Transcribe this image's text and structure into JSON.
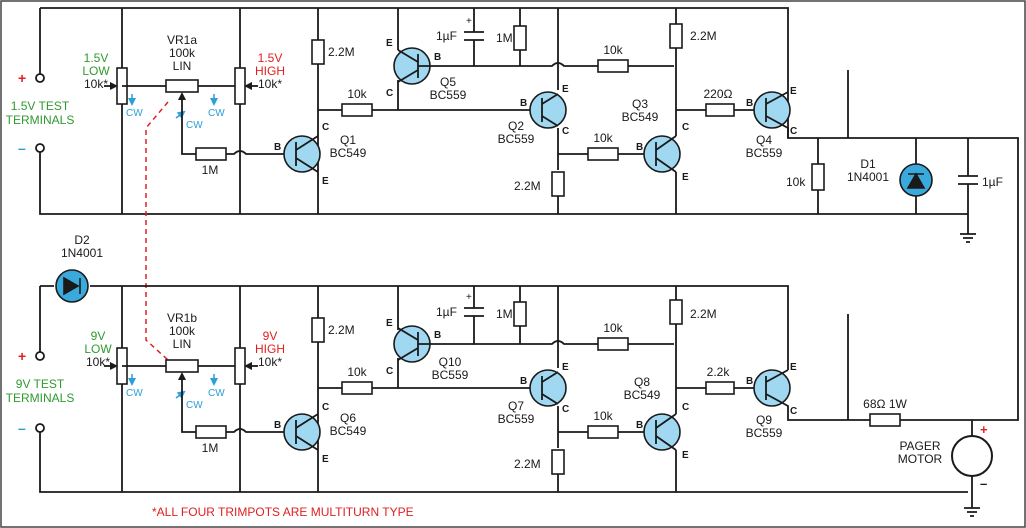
{
  "colors": {
    "wire": "#1a1a1a",
    "transistor_fill": "#9fd8f0",
    "diode_fill": "#3aa9dc",
    "low_label": "#2f9a2f",
    "high_label": "#e02020",
    "cw_marker": "#2a9fd8",
    "gang_link": "#e02020",
    "note": "#e02020",
    "frame": "#444444"
  },
  "top": {
    "test_terminals": "1.5V TEST\nTERMINALS",
    "low_pot": "1.5V\nLOW\n10k*",
    "high_pot": "1.5V\nHIGH\n10k*",
    "vr": "VR1a\n100k\nLIN",
    "r_feedback": "1M",
    "r_q1_coll": "2.2M",
    "r_q1_base": "10k",
    "q1": "Q1\nBC549",
    "q5": "Q5\nBC559",
    "c_top": "1µF",
    "r_1m": "1M",
    "q2": "Q2\nBC559",
    "r_q2_coll": "2.2M",
    "r_q3_base": "10k",
    "q3": "Q3\nBC549",
    "r_fb2": "10k",
    "r_2m2b": "2.2M",
    "r_q4_base": "220Ω",
    "q4": "Q4\nBC559",
    "r_out": "10k",
    "d1": "D1\n1N4001",
    "c_out": "1µF"
  },
  "bottom": {
    "d2": "D2\n1N4001",
    "test_terminals": "9V TEST\nTERMINALS",
    "low_pot": "9V\nLOW\n10k*",
    "high_pot": "9V\nHIGH\n10k*",
    "vr": "VR1b\n100k\nLIN",
    "r_feedback": "1M",
    "r_q6_coll": "2.2M",
    "r_q6_base": "10k",
    "q6": "Q6\nBC549",
    "q10": "Q10\nBC559",
    "c_top": "1µF",
    "r_1m": "1M",
    "q7": "Q7\nBC559",
    "r_q7_coll": "2.2M",
    "r_q8_base": "10k",
    "q8": "Q8\nBC549",
    "r_fb2": "10k",
    "r_2m2b": "2.2M",
    "r_q9_base": "2.2k",
    "q9": "Q9\nBC559",
    "r_motor": "68Ω 1W",
    "motor": "PAGER\nMOTOR"
  },
  "cw": "CW",
  "pins": {
    "b": "B",
    "c": "C",
    "e": "E"
  },
  "polarity": {
    "plus": "+",
    "minus": "–"
  },
  "note": "*ALL FOUR TRIMPOTS ARE MULTITURN TYPE"
}
